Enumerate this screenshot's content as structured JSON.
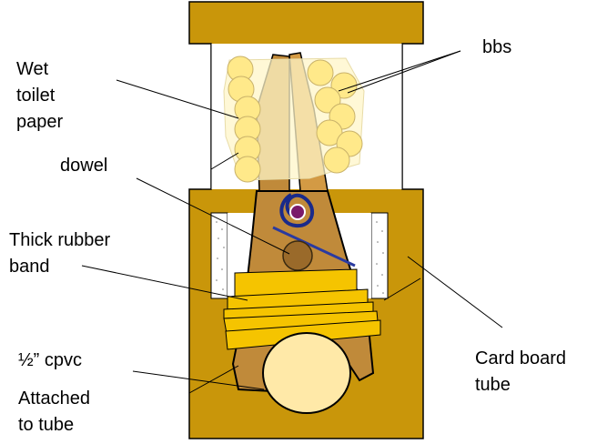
{
  "labels": {
    "wet_toilet_paper": "Wet\ntoilet\npaper",
    "bbs": "bbs",
    "dowel": "dowel",
    "thick_rubber_band": "Thick rubber\nband",
    "half_inch_cpvc": "½” cpvc",
    "attached_to_tube": "Attached\nto tube",
    "card_board_tube": "Card board\ntube"
  },
  "colors": {
    "tube": "#c9960a",
    "tube_outline": "#000000",
    "toilet_paper": "#fff6c8",
    "bb_fill": "#ffe98a",
    "bb_outline": "#c9b26a",
    "rubber_band": "#f5c400",
    "dowel": "#9a6a2a",
    "cpvc": "#ffe9a8",
    "clothespin": "#c08a3a",
    "firing_pin": "#7a1a6a"
  }
}
